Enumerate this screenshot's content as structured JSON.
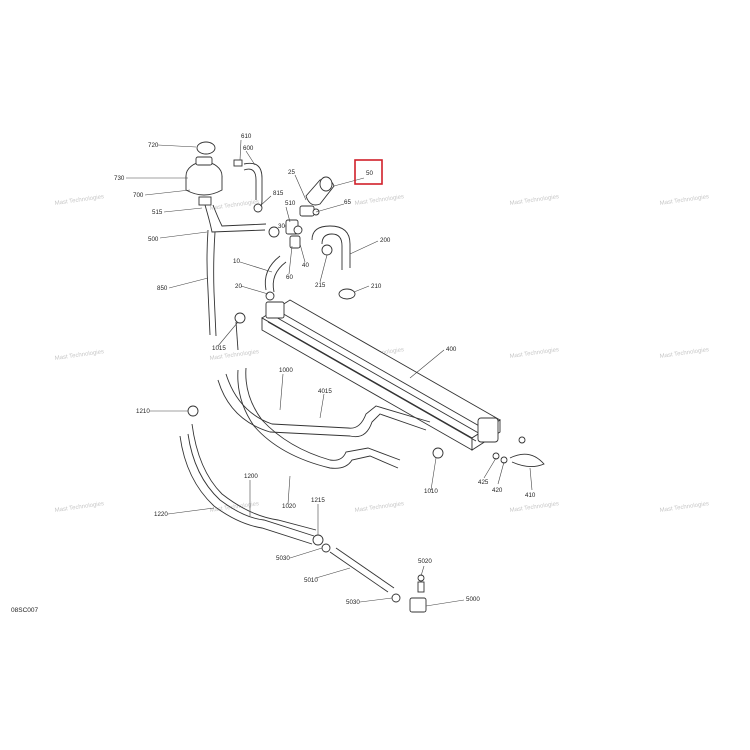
{
  "diagram_code": "08SC007",
  "highlight_color": "#d0202a",
  "watermark_text": "Mast Technologies",
  "labels": {
    "l720": "720",
    "l610": "610",
    "l600": "600",
    "l730": "730",
    "l700": "700",
    "l515": "515",
    "l500": "500",
    "l850": "850",
    "l815": "815",
    "l25": "25",
    "l50": "50",
    "l65": "65",
    "l510": "510",
    "l30": "30",
    "l200": "200",
    "l10": "10",
    "l60": "60",
    "l40": "40",
    "l215": "215",
    "l210": "210",
    "l20": "20",
    "l1015": "1015",
    "l400": "400",
    "l1000": "1000",
    "l4015": "4015",
    "l1210": "1210",
    "l1010": "1010",
    "l425": "425",
    "l420": "420",
    "l410": "410",
    "l1200": "1200",
    "l1220": "1220",
    "l1020": "1020",
    "l1215": "1215",
    "l5030a": "5030",
    "l5010": "5010",
    "l5020": "5020",
    "l5030b": "5030",
    "l5000": "5000"
  }
}
